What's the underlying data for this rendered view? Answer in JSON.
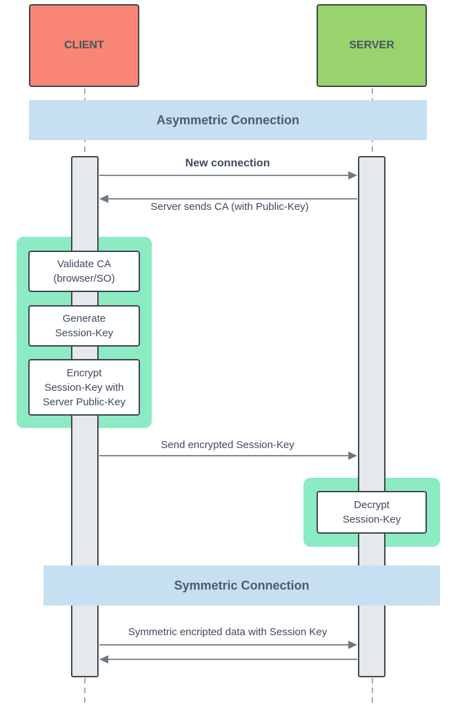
{
  "actors": {
    "client": "CLIENT",
    "server": "SERVER"
  },
  "bands": {
    "asymmetric": "Asymmetric Connection",
    "symmetric": "Symmetric Connection"
  },
  "messages": {
    "new_connection": "New connection",
    "server_sends_ca": "Server sends CA (with Public-Key)",
    "send_session_key": "Send encrypted Session-Key",
    "symmetric_data": "Symmetric encripted data with Session Key"
  },
  "client_steps": {
    "validate_ca": "Validate CA\n(browser/SO)",
    "generate_key": "Generate\nSession-Key",
    "encrypt_key": "Encrypt\nSession-Key with\nServer Public-Key"
  },
  "server_steps": {
    "decrypt_key": "Decrypt\nSession-Key"
  },
  "colors": {
    "client_fill": "#f88575",
    "server_fill": "#98d36e",
    "band_fill": "#c6e0f2",
    "group_fill": "#8cebc3",
    "activation_fill": "#e6e9ec",
    "line": "#3e4650",
    "arrow": "#6f7781"
  }
}
